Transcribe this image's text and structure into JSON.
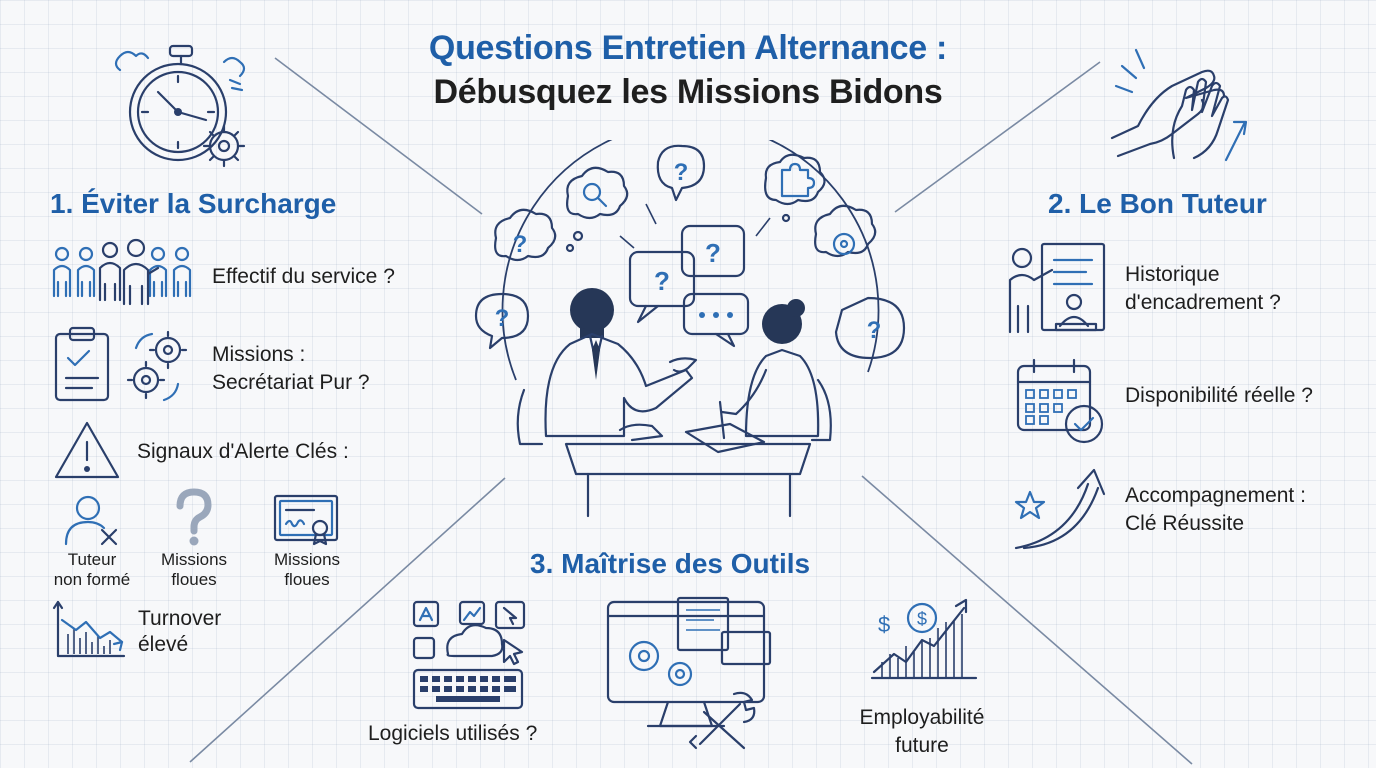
{
  "title": {
    "line1": "Questions Entretien Alternance :",
    "line2": "Débusquez les Missions Bidons"
  },
  "colors": {
    "accent": "#1f5fa8",
    "ink": "#2a3f6b",
    "light_blue": "#2f6fb5",
    "background": "#f7f8fa"
  },
  "section1": {
    "heading": "1. Éviter la Surcharge",
    "items": [
      {
        "icon": "team-icon",
        "label": "Effectif du service ?"
      },
      {
        "icon": "clipboard-gears-icon",
        "label_line1": "Missions :",
        "label_line2": "Secrétariat Pur ?"
      },
      {
        "icon": "warning-triangle-icon",
        "label": "Signaux d'Alerte Clés :"
      }
    ],
    "alerts": [
      {
        "icon": "user-cross-icon",
        "line1": "Tuteur",
        "line2": "non formé"
      },
      {
        "icon": "question-mark-icon",
        "line1": "Missions",
        "line2": "floues"
      },
      {
        "icon": "certificate-icon",
        "line1": "Missions",
        "line2": "floues"
      }
    ],
    "turnover": {
      "icon": "declining-chart-icon",
      "line1": "Turnover",
      "line2": "élevé"
    }
  },
  "section2": {
    "heading": "2. Le Bon Tuteur",
    "items": [
      {
        "icon": "teacher-board-icon",
        "line1": "Historique",
        "line2": "d'encadrement ?"
      },
      {
        "icon": "calendar-check-icon",
        "label": "Disponibilité réelle ?"
      },
      {
        "icon": "star-arrow-icon",
        "line1": "Accompagnement :",
        "line2": "Clé Réussite"
      }
    ]
  },
  "section3": {
    "heading": "3. Maîtrise des Outils",
    "items": [
      {
        "icon": "software-keyboard-icon",
        "label": "Logiciels utilisés ?"
      },
      {
        "icon": "monitor-tools-icon"
      },
      {
        "icon": "growth-chart-icon",
        "line1": "Employabilité",
        "line2": "future"
      }
    ]
  },
  "center": {
    "icon": "interview-scene-icon"
  }
}
